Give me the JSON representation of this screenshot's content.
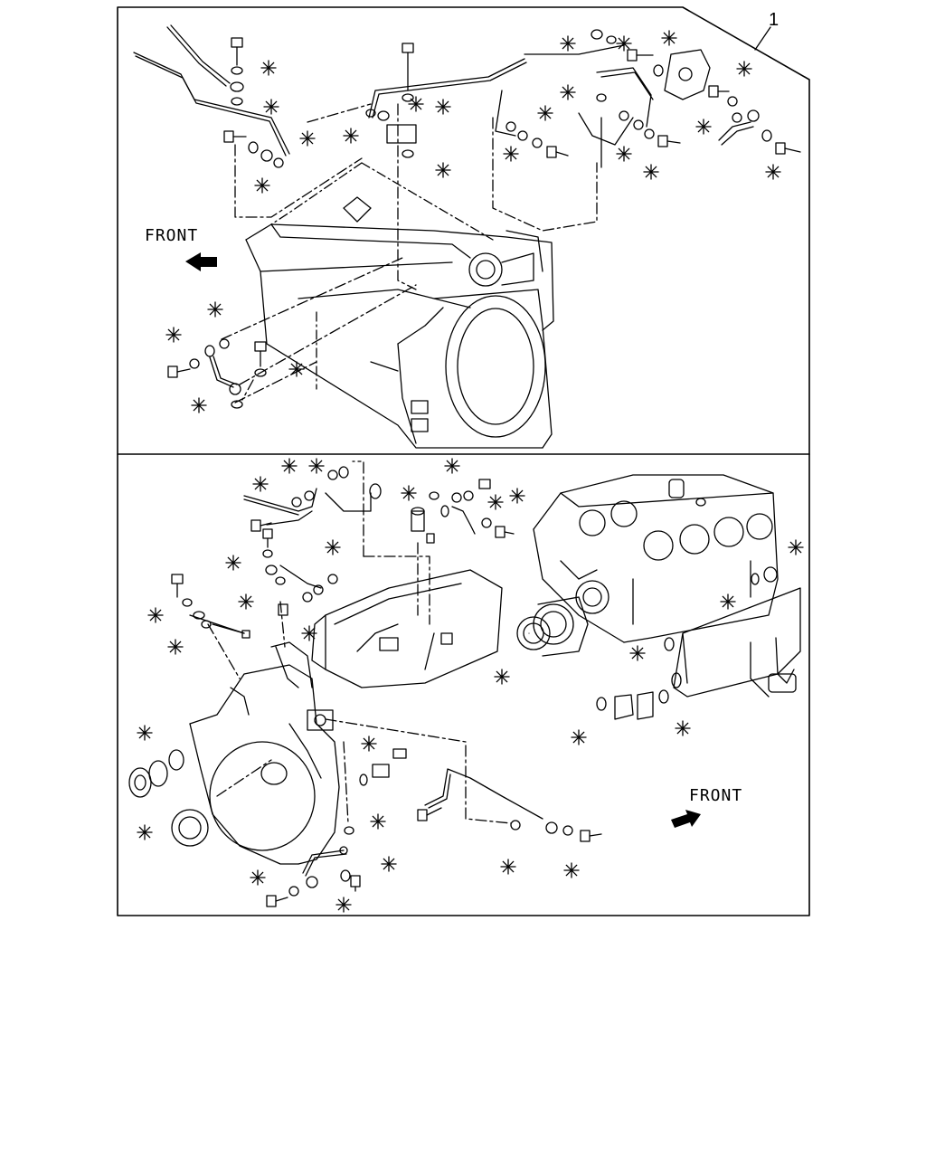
{
  "reference_number": "1",
  "top_panel": {
    "direction_label": "FRONT"
  },
  "bottom_panel": {
    "direction_label": "FRONT"
  },
  "colors": {
    "line": "#000000",
    "background": "#ffffff"
  },
  "legend_symbol": "asterisk-circle-icon"
}
